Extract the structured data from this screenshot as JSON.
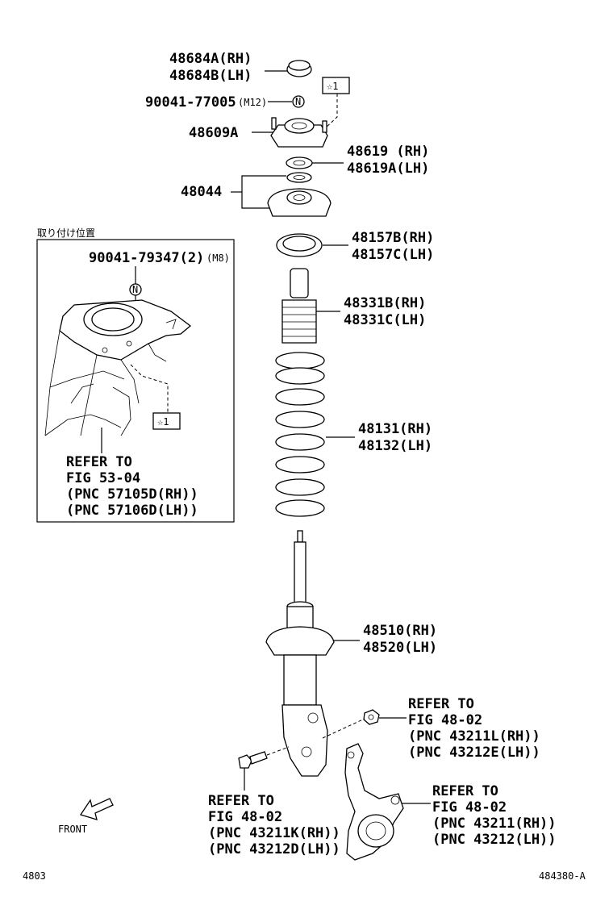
{
  "labels": {
    "p48684A": "48684A(RH)",
    "p48684B": "48684B(LH)",
    "p90041_77005": "90041-77005",
    "p90041_77005_size": "(M12)",
    "p48609A": "48609A",
    "p48619": "48619 (RH)",
    "p48619A": "48619A(LH)",
    "p48044": "48044",
    "p48157B": "48157B(RH)",
    "p48157C": "48157C(LH)",
    "p48331B": "48331B(RH)",
    "p48331C": "48331C(LH)",
    "p48131": "48131(RH)",
    "p48132": "48132(LH)",
    "p48510": "48510(RH)",
    "p48520": "48520(LH)",
    "star_box": "☆1",
    "nut_mark": "N"
  },
  "inset": {
    "title": "取り付け位置",
    "bolt_label": "90041-79347(2)",
    "bolt_size": "(M8)",
    "star_box": "☆1",
    "refer_lines": [
      "REFER TO",
      "FIG 53-04",
      "(PNC 57105D(RH))",
      "(PNC 57106D(LH))"
    ]
  },
  "refer_nut": [
    "REFER TO",
    "FIG 48-02",
    "(PNC 43211L(RH))",
    "(PNC 43212E(LH))"
  ],
  "refer_bolt": [
    "REFER TO",
    "FIG 48-02",
    "(PNC 43211K(RH))",
    "(PNC 43212D(LH))"
  ],
  "refer_knuckle": [
    "REFER TO",
    "FIG 48-02",
    "(PNC 43211(RH))",
    "(PNC 43212(LH))"
  ],
  "front_label": "FRONT",
  "footer": {
    "left": "4803",
    "right": "484380-A"
  }
}
